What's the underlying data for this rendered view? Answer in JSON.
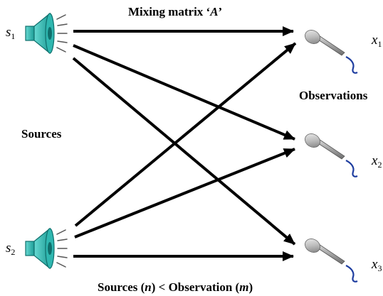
{
  "title": {
    "prefix": "Mixing matrix ‘",
    "symbol": "A",
    "suffix": "’"
  },
  "sources_label": "Sources",
  "observations_label": "Observations",
  "caption": {
    "p1": "Sources (",
    "n": "n",
    "p2": ") < Observation (",
    "m": "m",
    "p3": ")"
  },
  "sources": [
    {
      "letter": "s",
      "sub": "1"
    },
    {
      "letter": "s",
      "sub": "2"
    }
  ],
  "observations": [
    {
      "letter": "x",
      "sub": "1"
    },
    {
      "letter": "x",
      "sub": "2"
    },
    {
      "letter": "x",
      "sub": "3"
    }
  ],
  "colors": {
    "speaker_fill": "#2fb7b0",
    "speaker_dark": "#0f6f6c",
    "mic_head": "#c8c8c8",
    "mic_body": "#8e8e8e",
    "mic_cable": "#1f3ea0",
    "arrow": "#000000"
  },
  "icons": {
    "source": "speaker-icon",
    "observation": "microphone-icon"
  }
}
